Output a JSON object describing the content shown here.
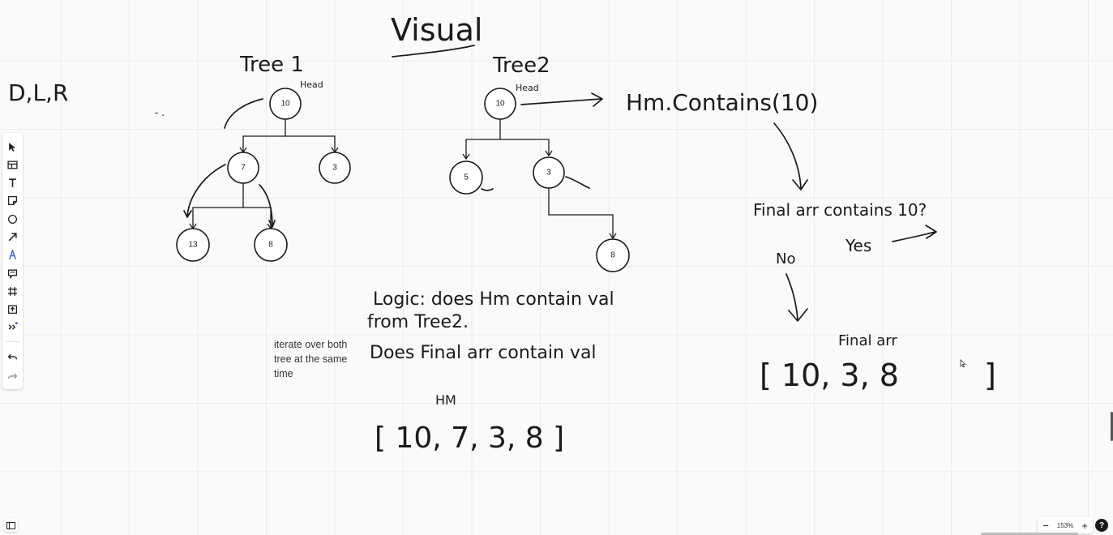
{
  "board": {
    "title": "Visual",
    "note_dlr": "D,L,R",
    "note_dash": "- .",
    "sticky_text": "iterate over both tree at the same time"
  },
  "tree1": {
    "label": "Tree 1",
    "head_label": "Head",
    "nodes": [
      "10",
      "7",
      "3",
      "13",
      "8"
    ]
  },
  "tree2": {
    "label": "Tree2",
    "head_label": "Head",
    "nodes": [
      "10",
      "5",
      "3",
      "8"
    ]
  },
  "flow": {
    "hm_contains": "Hm.Contains(10)",
    "final_question": "Final arr contains 10?",
    "yes_label": "Yes",
    "no_label": "No",
    "final_arr_label": "Final arr",
    "final_arr_values": "[ 10, 3, 8",
    "final_arr_close": "]"
  },
  "logic": {
    "line1": "Logic: does Hm contain val",
    "line2": "from Tree2.",
    "line3": "Does Final arr contain val",
    "hm_label": "HM",
    "hm_values": "[ 10, 7, 3, 8 ]"
  },
  "toolbar": {
    "tools": [
      "select-tool",
      "frame-layout-tool",
      "text-tool",
      "sticky-note-tool",
      "shape-tool",
      "arrow-tool",
      "pen-tool",
      "comment-tool",
      "frame-tool",
      "upload-tool",
      "more-tools"
    ],
    "undo": "undo-icon",
    "redo": "redo-icon"
  },
  "zoom": {
    "level": "153%",
    "minus": "−",
    "plus": "+"
  },
  "help": "?"
}
